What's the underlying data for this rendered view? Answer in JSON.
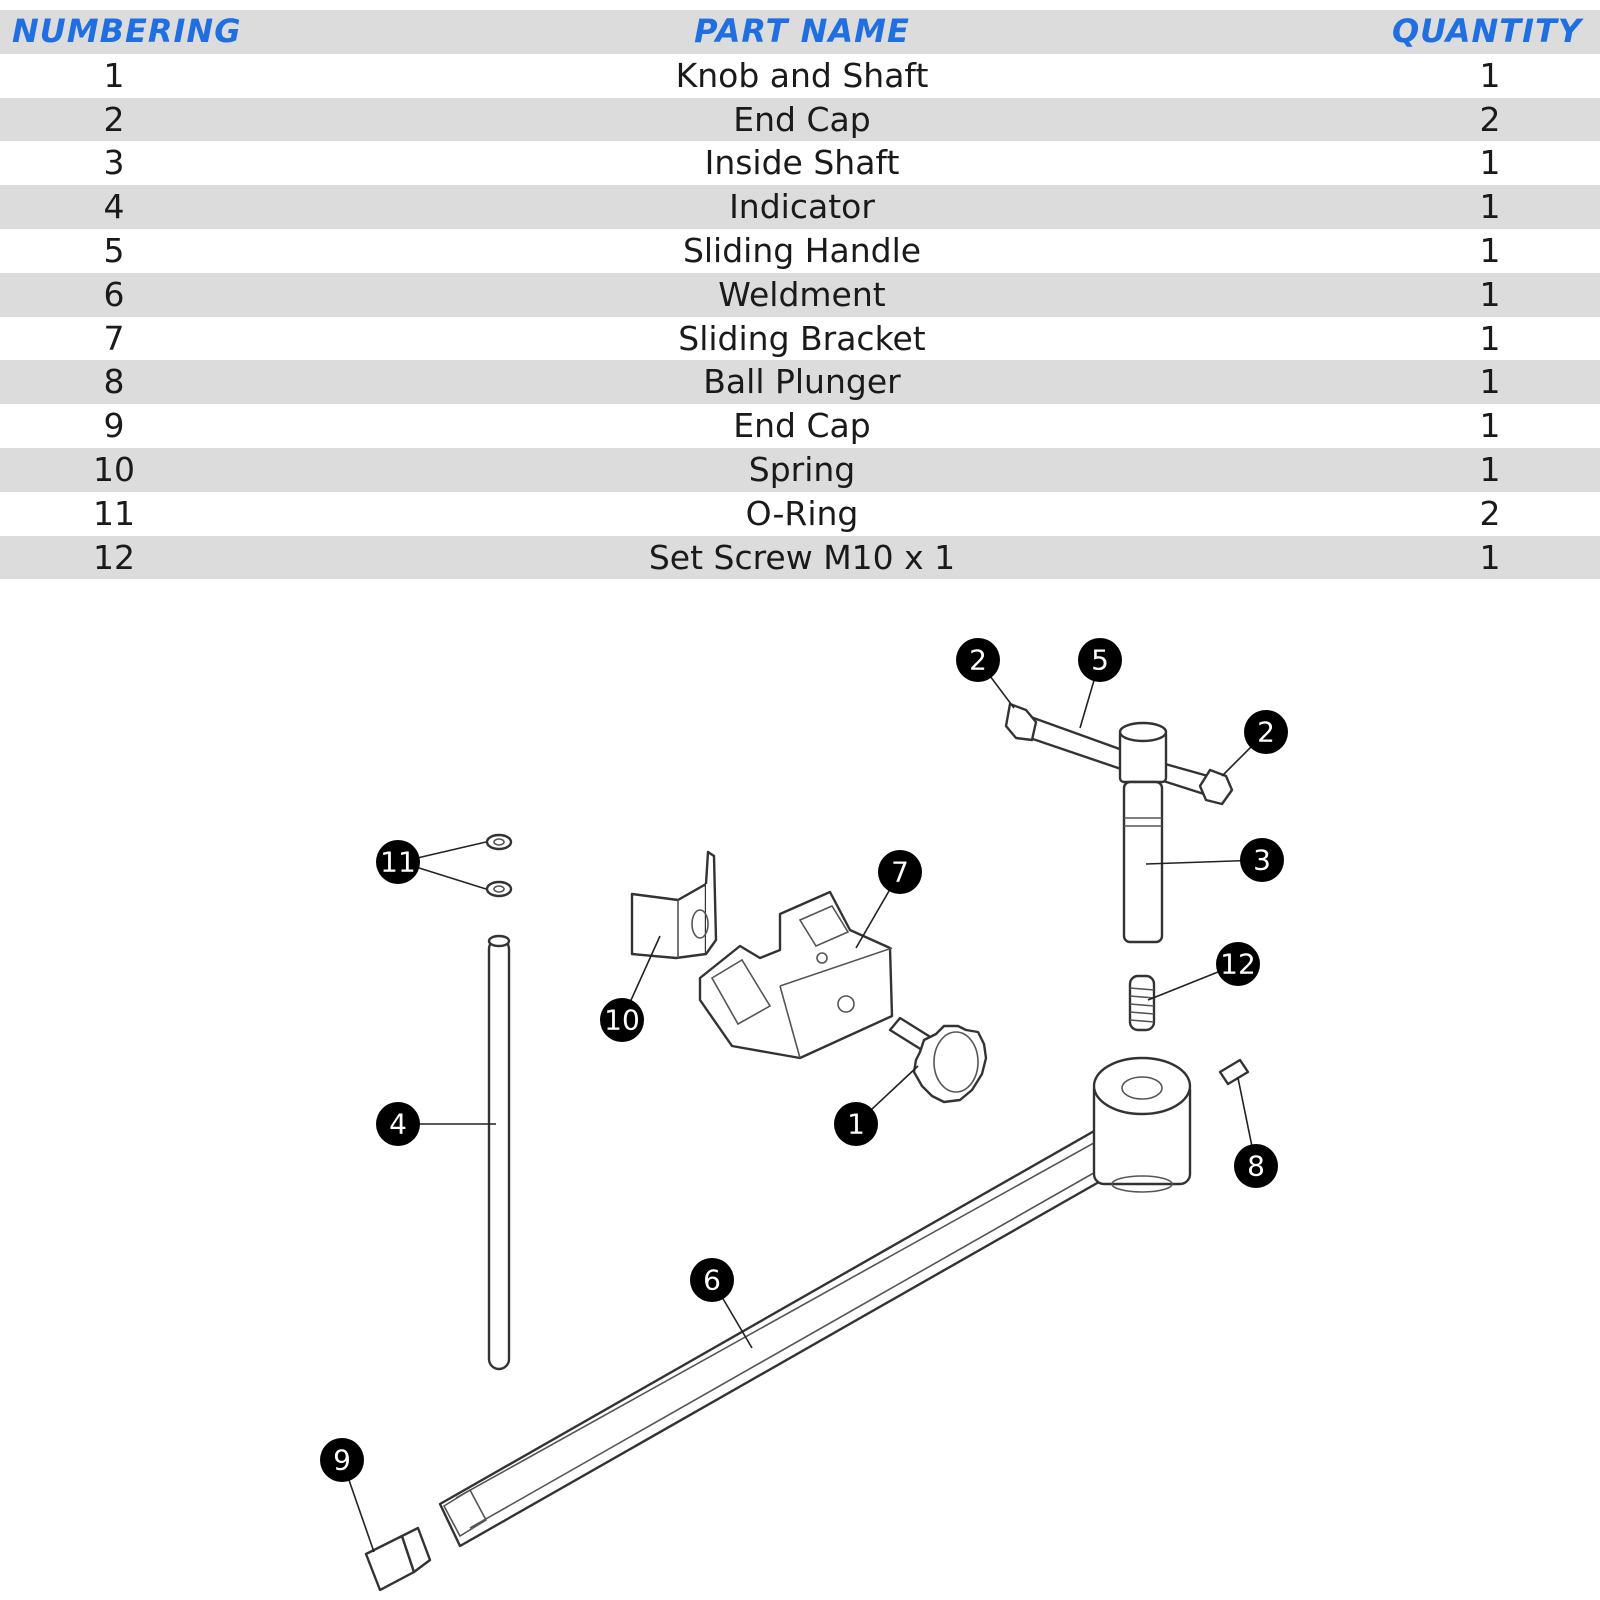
{
  "table": {
    "headers": {
      "numbering": "NUMBERING",
      "part_name": "PART NAME",
      "quantity": "QUANTITY"
    },
    "rows": [
      {
        "num": "1",
        "name": "Knob and Shaft",
        "qty": "1"
      },
      {
        "num": "2",
        "name": "End Cap",
        "qty": "2"
      },
      {
        "num": "3",
        "name": "Inside Shaft",
        "qty": "1"
      },
      {
        "num": "4",
        "name": "Indicator",
        "qty": "1"
      },
      {
        "num": "5",
        "name": "Sliding Handle",
        "qty": "1"
      },
      {
        "num": "6",
        "name": "Weldment",
        "qty": "1"
      },
      {
        "num": "7",
        "name": "Sliding Bracket",
        "qty": "1"
      },
      {
        "num": "8",
        "name": "Ball Plunger",
        "qty": "1"
      },
      {
        "num": "9",
        "name": "End Cap",
        "qty": "1"
      },
      {
        "num": "10",
        "name": "Spring",
        "qty": "1"
      },
      {
        "num": "11",
        "name": "O-Ring",
        "qty": "2"
      },
      {
        "num": "12",
        "name": "Set Screw M10 x 1",
        "qty": "1"
      }
    ]
  },
  "colors": {
    "header_text": "#1f6fe0",
    "row_shade": "#dcdcdc"
  },
  "callouts": [
    {
      "id": "callout-1",
      "label": "1",
      "part": "Knob and Shaft"
    },
    {
      "id": "callout-2a",
      "label": "2",
      "part": "End Cap"
    },
    {
      "id": "callout-2b",
      "label": "2",
      "part": "End Cap"
    },
    {
      "id": "callout-3",
      "label": "3",
      "part": "Inside Shaft"
    },
    {
      "id": "callout-4",
      "label": "4",
      "part": "Indicator"
    },
    {
      "id": "callout-5",
      "label": "5",
      "part": "Sliding Handle"
    },
    {
      "id": "callout-6",
      "label": "6",
      "part": "Weldment"
    },
    {
      "id": "callout-7",
      "label": "7",
      "part": "Sliding Bracket"
    },
    {
      "id": "callout-8",
      "label": "8",
      "part": "Ball Plunger"
    },
    {
      "id": "callout-9",
      "label": "9",
      "part": "End Cap"
    },
    {
      "id": "callout-10",
      "label": "10",
      "part": "Spring"
    },
    {
      "id": "callout-11",
      "label": "11",
      "part": "O-Ring"
    },
    {
      "id": "callout-12",
      "label": "12",
      "part": "Set Screw M10 x 1"
    }
  ]
}
